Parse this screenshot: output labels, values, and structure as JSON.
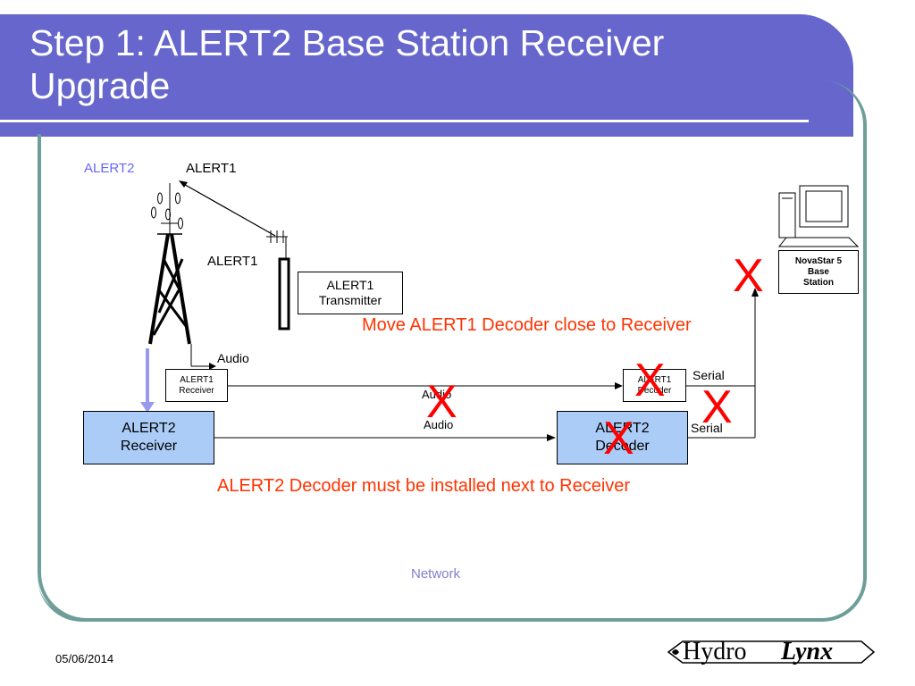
{
  "title": {
    "line1": "Step 1: ALERT2 Base Station Receiver",
    "line2": "Upgrade"
  },
  "tower": {
    "alert2_label": "ALERT2",
    "alert1_label": "ALERT1"
  },
  "transmitter": {
    "antenna_label": "ALERT1",
    "box_line1": "ALERT1",
    "box_line2": "Transmitter"
  },
  "receivers": {
    "audio_label": "Audio",
    "alert1_line1": "ALERT1",
    "alert1_line2": "Receiver",
    "alert2_line1": "ALERT2",
    "alert2_line2": "Receiver"
  },
  "decoders": {
    "audio_label_1": "Audio",
    "audio_label_2": "Audio",
    "alert1_line1": "ALERT1",
    "alert1_line2": "Decoder",
    "alert2_line1": "ALERT2",
    "alert2_line2": "Decoder",
    "serial_label_1": "Serial",
    "serial_label_2": "Serial"
  },
  "base_station": {
    "line1": "NovaStar 5",
    "line2": "Base",
    "line3": "Station"
  },
  "marks": {
    "x": "X"
  },
  "notes": {
    "move_decoder": "Move ALERT1 Decoder close to Receiver",
    "install_decoder": "ALERT2 Decoder must be installed next to Receiver"
  },
  "network_label": "Network",
  "footer": {
    "date": "05/06/2014",
    "logo_text_1": "Hydro",
    "logo_text_2": "Lynx"
  },
  "colors": {
    "title_bar": "#6666cc",
    "frame": "#6e9e9a",
    "blue_box": "#aaccf7",
    "alert_red": "#ff0000",
    "note_red": "#ff3300",
    "alert2_text": "#6666ff",
    "network_text": "#8080d0"
  }
}
